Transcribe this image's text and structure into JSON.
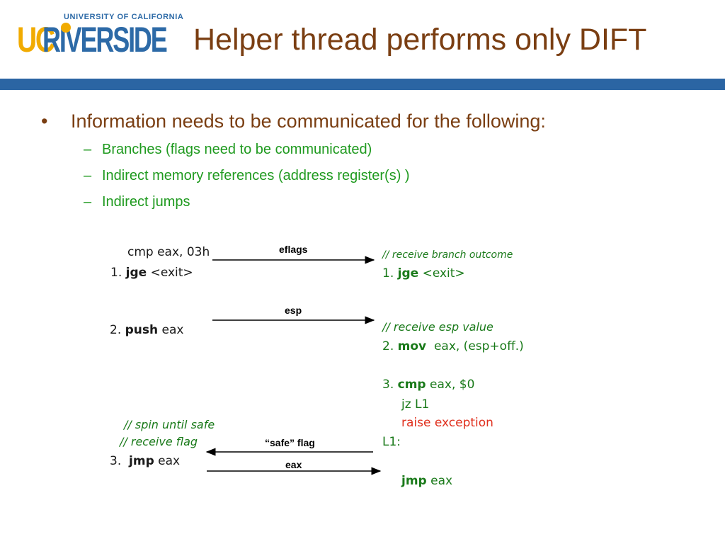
{
  "logo": {
    "university": "UNIVERSITY OF CALIFORNIA",
    "uc": "UC",
    "riverside": "RIVERSIDE"
  },
  "title": "Helper thread performs only DIFT",
  "bullets": {
    "main": "Information needs to be communicated for the following:",
    "subs": [
      "Branches (flags need to be communicated)",
      "Indirect memory references (address register(s) )",
      "Indirect jumps"
    ],
    "bullet_glyph": "•",
    "dash_glyph": "–"
  },
  "left_code": {
    "l1": "cmp eax, 03h",
    "l2_num": "1.",
    "l2_kw": "jge",
    "l2_rest": "<exit>",
    "l3_num": "2.",
    "l3_kw": "push",
    "l3_rest": "eax",
    "c1": "// spin until safe",
    "c2": "// receive flag",
    "l4_num": "3.",
    "l4_kw": "jmp",
    "l4_rest": "eax"
  },
  "right_code": {
    "c1": "// receive branch outcome",
    "r1_num": "1.",
    "r1_kw": "jge",
    "r1_rest": "<exit>",
    "c2": "// receive esp value",
    "r2_num": "2.",
    "r2_kw": "mov",
    "r2_rest": "eax, (esp+off.)",
    "r3_num": "3.",
    "r3_kw": "cmp",
    "r3_rest": "eax, $0",
    "r4": "jz L1",
    "r5": "raise exception",
    "r6": "L1:",
    "r7_kw": "jmp",
    "r7_rest": "eax"
  },
  "arrow_labels": {
    "eflags": "eflags",
    "esp": "esp",
    "safe": "“safe” flag",
    "eax": "eax"
  },
  "colors": {
    "title": "#7a3e12",
    "bar": "#2b65a3",
    "sub_bullets": "#1f9a1f",
    "right_code": "#1a7a1a",
    "exception": "#e0301e"
  }
}
